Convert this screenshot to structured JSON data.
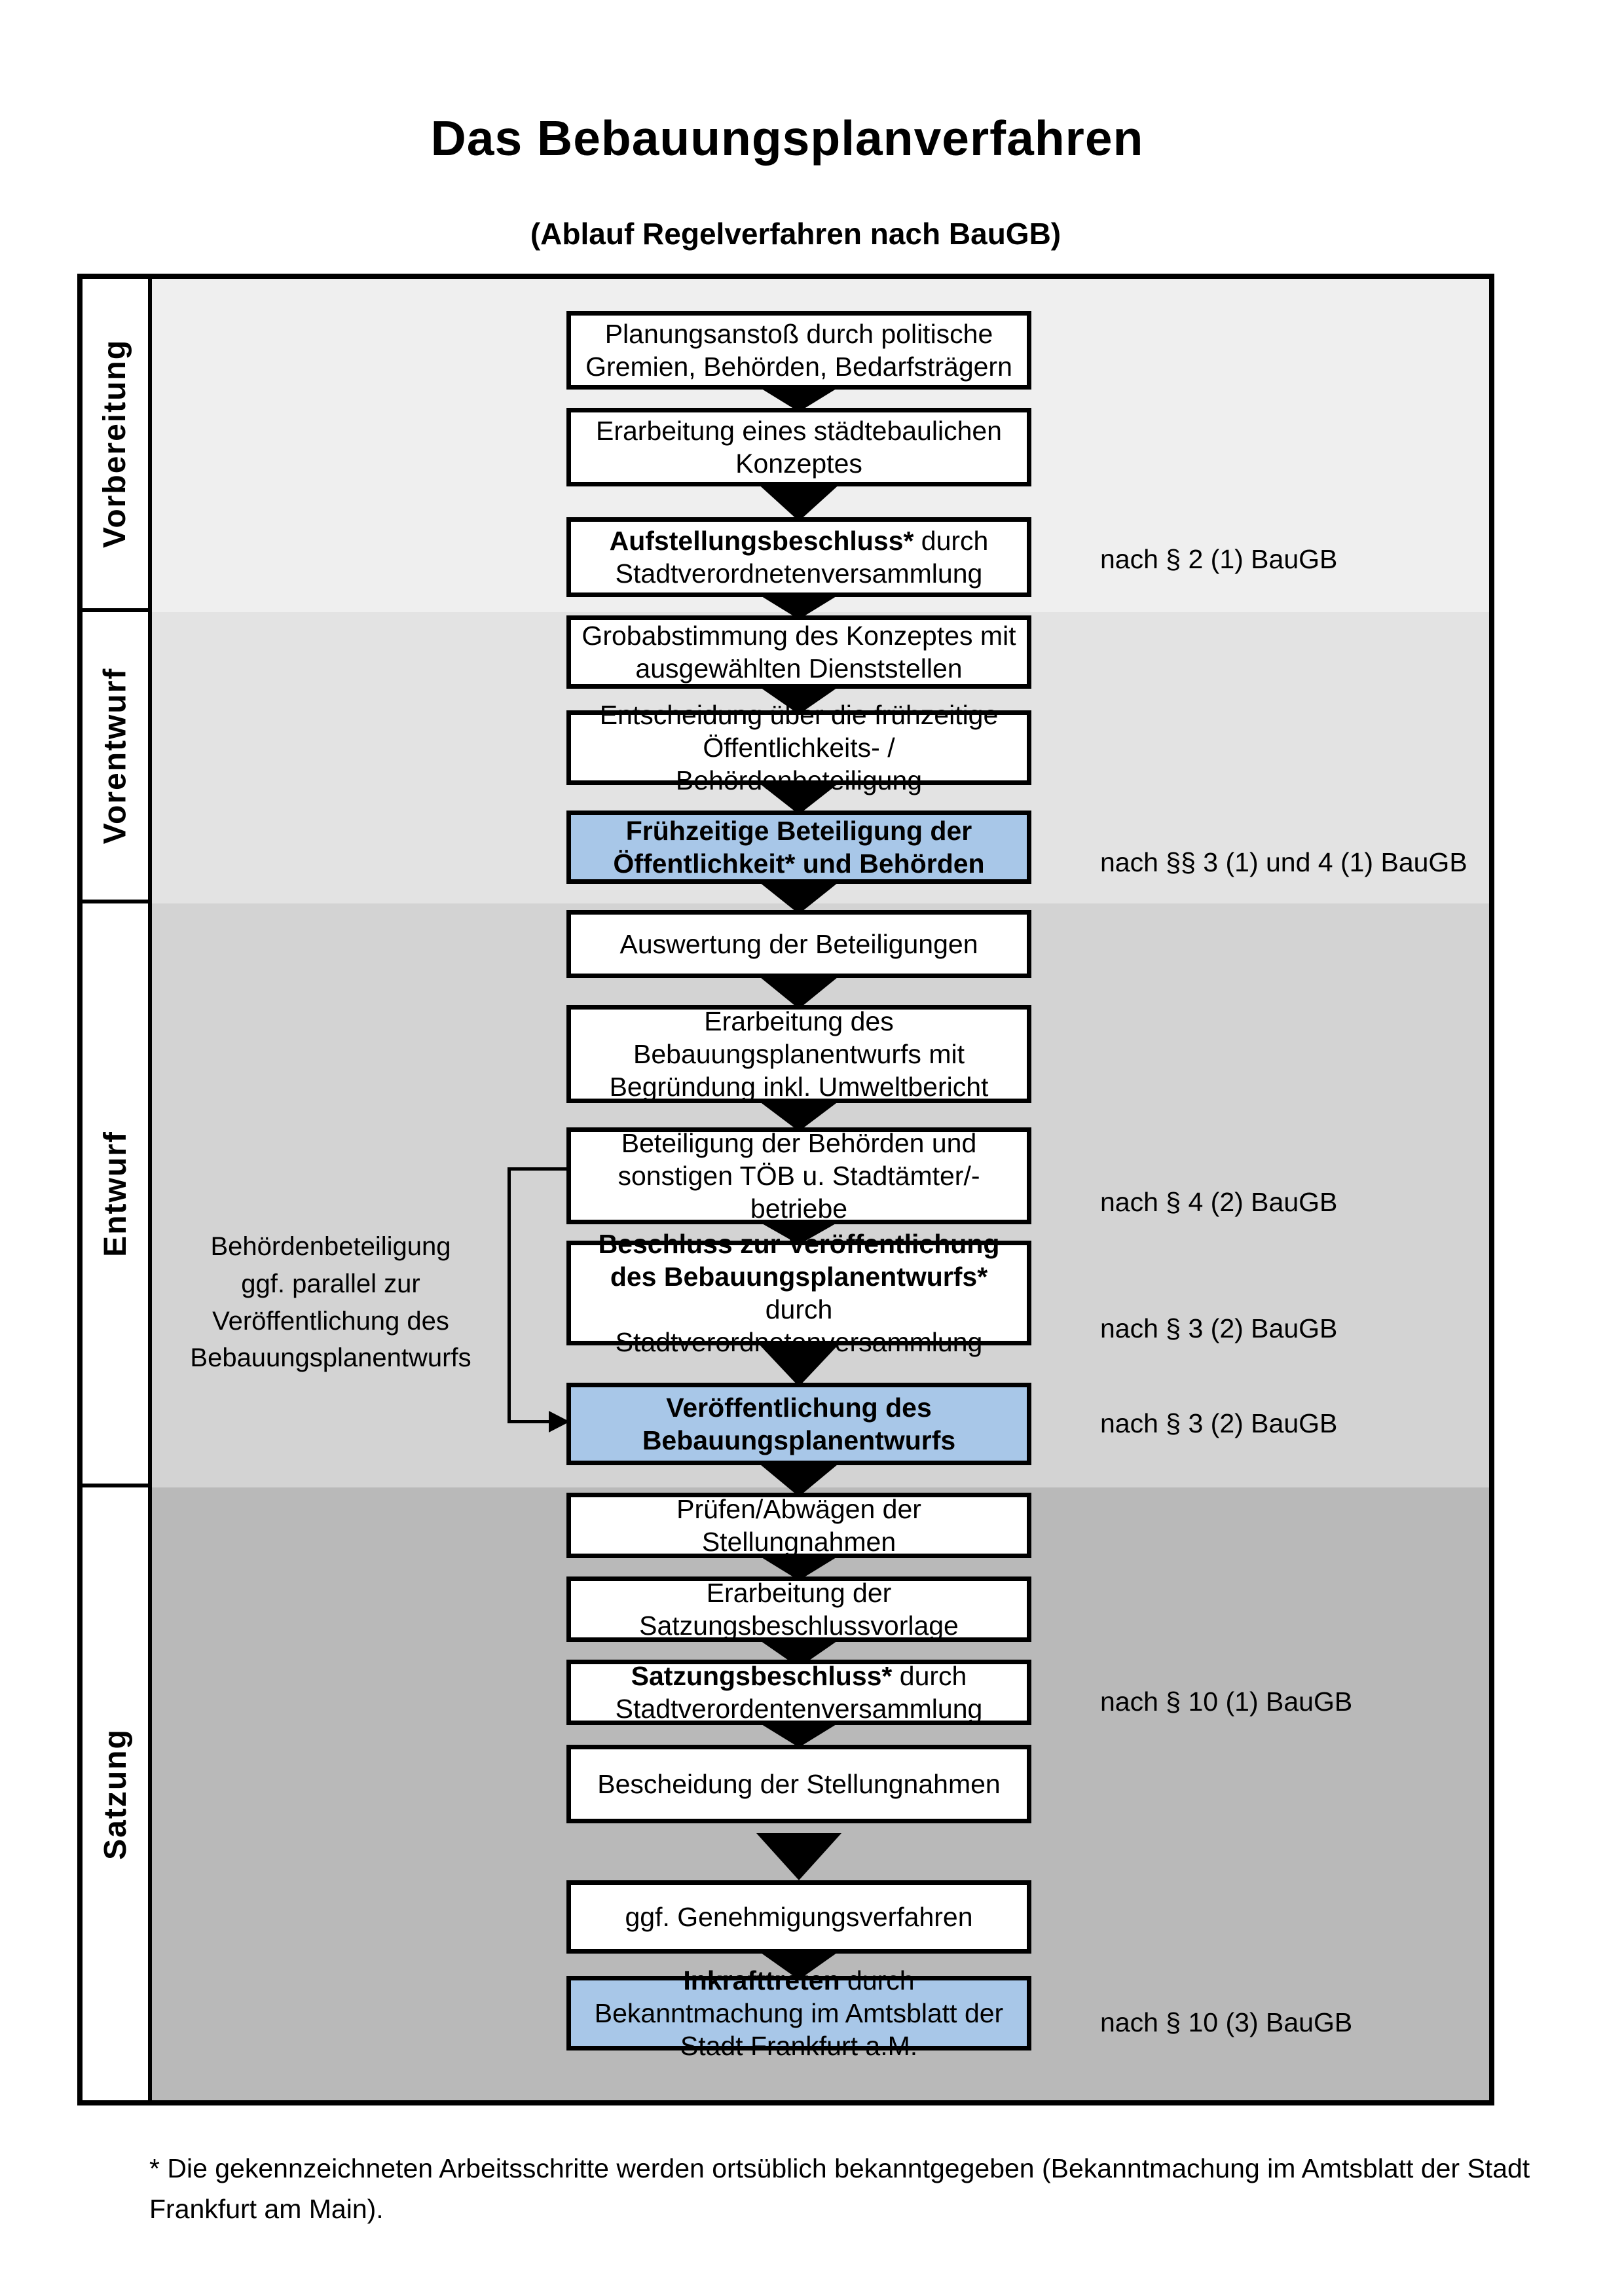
{
  "title": "Das Bebauungsplanverfahren",
  "subtitle": "(Ablauf Regelverfahren nach BauGB)",
  "phases": [
    {
      "label": "Vorbereitung"
    },
    {
      "label": "Vorentwurf"
    },
    {
      "label": "Entwurf"
    },
    {
      "label": "Satzung"
    }
  ],
  "steps": [
    {
      "bold": "",
      "text": "Planungsanstoß durch politische Gremien, Behörden, Bedarfsträgern",
      "highlighted": false
    },
    {
      "bold": "",
      "text": "Erarbeitung eines städtebaulichen Konzeptes",
      "highlighted": false
    },
    {
      "bold": "Aufstellungsbeschluss*",
      "text": " durch Stadtverordnetenversammlung",
      "highlighted": false
    },
    {
      "bold": "",
      "text": "Grobabstimmung des Konzeptes mit ausgewählten Dienststellen",
      "highlighted": false
    },
    {
      "bold": "",
      "text": "Entscheidung über die frühzeitige Öffentlichkeits- / Behördenbeteiligung",
      "highlighted": false
    },
    {
      "bold": "Frühzeitige Beteiligung der Öffentlichkeit* und Behörden",
      "text": "",
      "highlighted": true
    },
    {
      "bold": "",
      "text": "Auswertung der Beteiligungen",
      "highlighted": false
    },
    {
      "bold": "",
      "text": "Erarbeitung des Bebauungsplanentwurfs mit Begründung inkl. Umweltbericht",
      "highlighted": false
    },
    {
      "bold": "",
      "text": "Beteiligung der Behörden und sonstigen TÖB u. Stadtämter/-betriebe",
      "highlighted": false
    },
    {
      "bold": "Beschluss zur Veröffentlichung des Bebauungsplanentwurfs*",
      "text": " durch Stadtverordnetenversammlung",
      "highlighted": false
    },
    {
      "bold": "Veröffentlichung des Bebauungsplanentwurfs",
      "text": "",
      "highlighted": true
    },
    {
      "bold": "",
      "text": "Prüfen/Abwägen der Stellungnahmen",
      "highlighted": false
    },
    {
      "bold": "",
      "text": "Erarbeitung der Satzungsbeschlussvorlage",
      "highlighted": false
    },
    {
      "bold": "Satzungsbeschluss*",
      "text": " durch Stadtverordentenversammlung",
      "highlighted": false
    },
    {
      "bold": "",
      "text": "Bescheidung der Stellungnahmen",
      "highlighted": false
    },
    {
      "bold": "",
      "text": "ggf. Genehmigungsverfahren",
      "highlighted": false
    },
    {
      "bold": "Inkrafttreten",
      "text": " durch Bekanntmachung im Amtsblatt der Stadt Frankfurt a.M.",
      "highlighted": true
    }
  ],
  "references": [
    "nach § 2 (1) BauGB",
    "nach §§ 3 (1) und 4 (1) BauGB",
    "nach § 4 (2) BauGB",
    "nach § 3 (2) BauGB",
    "nach § 3 (2) BauGB",
    "nach § 10 (1) BauGB",
    "nach § 10 (3) BauGB"
  ],
  "side_note": "Behördenbeteiligung\nggf. parallel zur\nVeröffentlichung des\nBebauungsplanentwurfs",
  "footnote": "* Die gekennzeichneten Arbeitsschritte werden ortsüblich bekanntgegeben (Bekanntmachung im Amtsblatt der Stadt Frankfurt am Main).",
  "colors": {
    "phase_bg": [
      "#efefef",
      "#e3e3e3",
      "#d3d3d3",
      "#b9b9b9"
    ],
    "highlight": "#a8c7e8",
    "box_border": "#000000"
  }
}
